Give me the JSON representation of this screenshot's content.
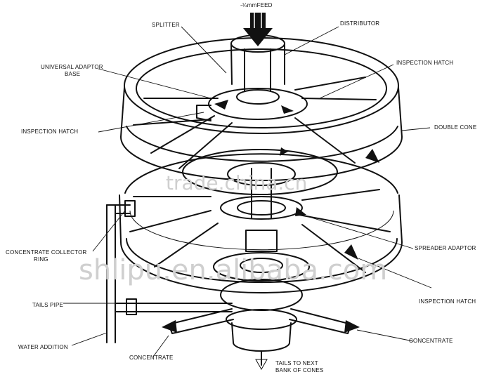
{
  "labels": {
    "feed": "-¼mmFEED",
    "splitter": "SPLITTER",
    "distributor": "DISTRIBUTOR",
    "universal_adaptor_base_line1": "UNIVERSAL ADAPTOR",
    "universal_adaptor_base_line2": "BASE",
    "inspection_hatch_top_right": "INSPECTION HATCH",
    "inspection_hatch_left": "INSPECTION HATCH",
    "double_cone": "DOUBLE CONE",
    "concentrate_collector_ring_line1": "CONCENTRATE COLLECTOR",
    "concentrate_collector_ring_line2": "RING",
    "spreader_adaptor": "SPREADER ADAPTOR",
    "inspection_hatch_bottom_right": "INSPECTION HATCH",
    "tails_pipe": "TAILS PIPE",
    "water_addition": "WATER ADDITION",
    "concentrate_left": "CONCENTRATE",
    "concentrate_right": "CONCENTRATE",
    "tails_to_next_line1": "TAILS TO NEXT",
    "tails_to_next_line2": "BANK OF CONES"
  },
  "watermarks": {
    "upper": "trade.china.cn",
    "lower": "shlipu.en.alibaba.com"
  }
}
